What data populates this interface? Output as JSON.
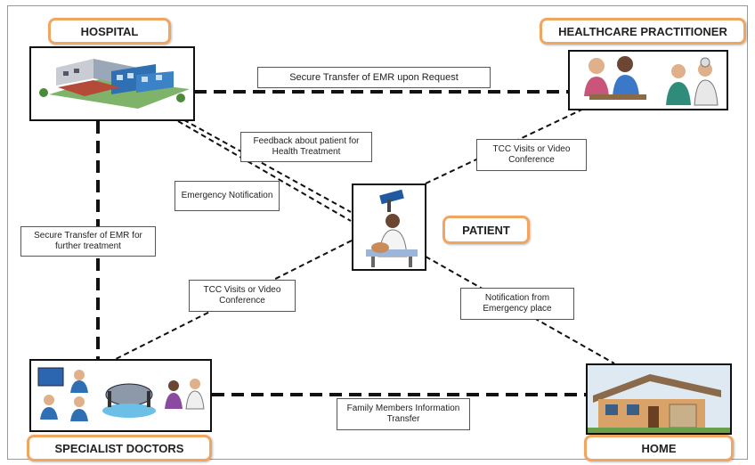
{
  "nodes": {
    "hospital": "HOSPITAL",
    "practitioner": "HEALTHCARE PRACTITIONER",
    "patient": "PATIENT",
    "specialists": "SPECIALIST DOCTORS",
    "home": "HOME"
  },
  "edges": {
    "hospital_practitioner": "Secure Transfer of EMR upon Request",
    "feedback": "Feedback about patient for Health Treatment",
    "emergency": "Emergency Notification",
    "hospital_specialists": "Secure Transfer of EMR for further treatment",
    "tcc_practitioner": "TCC Visits or Video Conference",
    "tcc_specialists": "TCC Visits or Video Conference",
    "notification_home": "Notification from Emergency place",
    "family": "Family Members Information Transfer"
  },
  "colors": {
    "title_border": "#f0a560",
    "line": "#111111"
  },
  "icons": [
    "hospital-building-icon",
    "doctor-consultation-icon",
    "patient-xray-icon",
    "specialist-conference-icon",
    "house-icon"
  ]
}
